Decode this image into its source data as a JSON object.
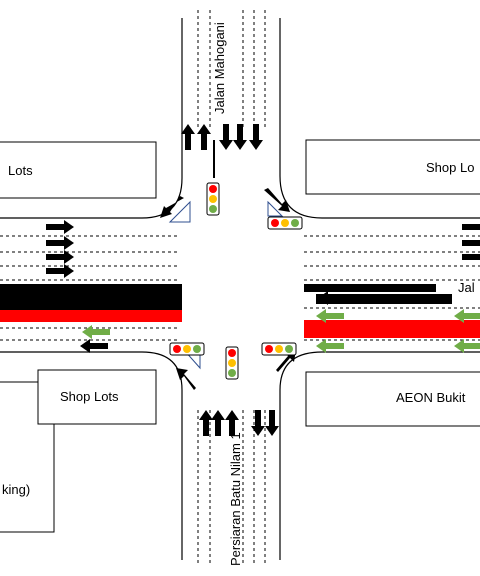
{
  "labels": {
    "top_left_box": "Lots",
    "top_right_box": "Shop Lo",
    "bottom_left_box": "Shop Lots",
    "bottom_right_box": "AEON Bukit",
    "bottom_left_big_box": "king)",
    "road_north": "Jalan Mahogani",
    "road_south": "Persiaran Batu Nilam 1",
    "road_east": "Jal"
  },
  "colors": {
    "red_queue": "#ff0000",
    "black_queue": "#000000",
    "green_arrow": "#70ad47",
    "light_red": "#ff0000",
    "light_amber": "#ffc000",
    "light_green": "#70ad47",
    "pole_triangle": "#2f4f8f"
  },
  "icons": {
    "lane_arrow": "arrow-icon",
    "signal": "traffic-light-icon"
  }
}
